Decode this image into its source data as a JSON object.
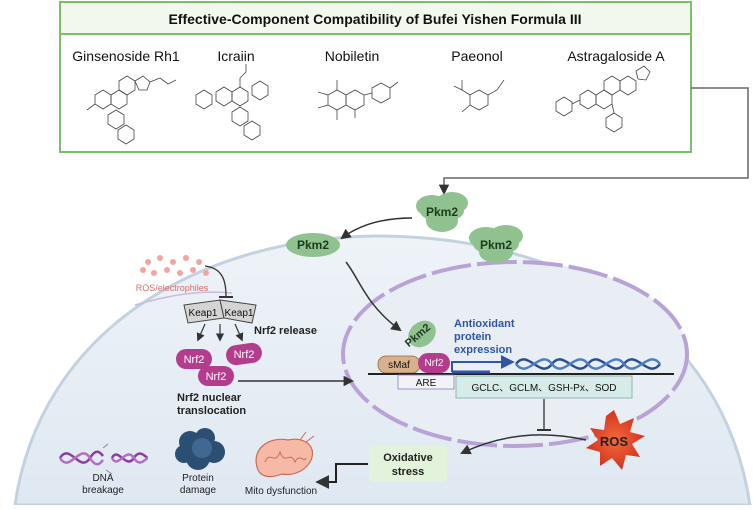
{
  "formula": {
    "title": "Effective-Component Compatibility of Bufei Yishen Formula III",
    "compounds": [
      {
        "name": "Ginsenoside Rh1"
      },
      {
        "name": "Icraiin"
      },
      {
        "name": "Nobiletin"
      },
      {
        "name": "Paeonol"
      },
      {
        "name": "Astragaloside A"
      }
    ]
  },
  "pathway": {
    "pkm2": "Pkm2",
    "ros_electrophiles": "ROS/electrophiles",
    "keap1": "Keap1",
    "nrf2": "Nrf2",
    "nrf2_release": "Nrf2 release",
    "nrf2_nuclear": "Nrf2 nuclear",
    "translocation": "translocation",
    "smaf": "sMaf",
    "are": "ARE",
    "antioxidant": "Antioxidant",
    "protein": "protein",
    "expression": "expression",
    "genes": "GCLC、GCLM、GSH-Px、SOD",
    "ros": "ROS",
    "oxidative_1": "Oxidative",
    "oxidative_2": "stress"
  },
  "damage": {
    "dna_1": "DNA",
    "dna_2": "breakage",
    "protein_1": "Protein",
    "protein_2": "damage",
    "mito": "Mito dysfunction"
  },
  "colors": {
    "green_border": "#7cbf6a",
    "title_bg": "#f3f8ee",
    "pkm2": "#8fc28f",
    "nrf2": "#b43c8c",
    "keap1": "#d4d4d4",
    "smaf": "#d9b08c",
    "dna": "#2a4f8f",
    "cell": "#e6eef5",
    "nucleus_border": "#b9a3d6",
    "ros": "#e8452e",
    "oxidative_box": "#e3f2da",
    "gene_box": "#d7ebe9",
    "blue_text": "#2f55a4",
    "dots": "#f4a3a3"
  }
}
